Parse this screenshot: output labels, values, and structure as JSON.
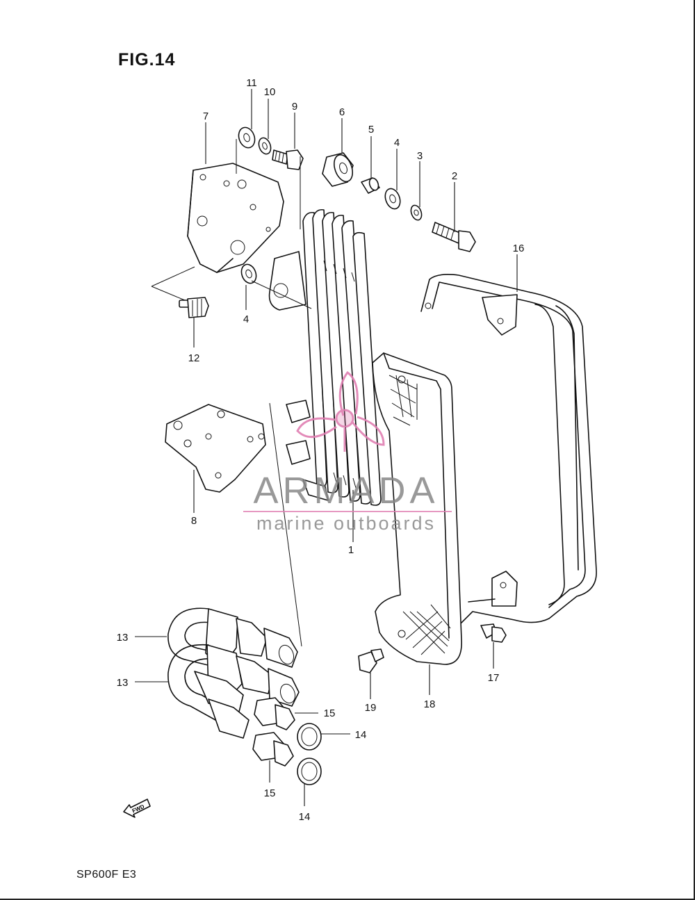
{
  "figure": {
    "title": "FIG.14",
    "model_code": "SP600F  E3"
  },
  "parts": [
    {
      "number": "1"
    },
    {
      "number": "2"
    },
    {
      "number": "3"
    },
    {
      "number": "4"
    },
    {
      "number": "4"
    },
    {
      "number": "5"
    },
    {
      "number": "6"
    },
    {
      "number": "7"
    },
    {
      "number": "8"
    },
    {
      "number": "9"
    },
    {
      "number": "10"
    },
    {
      "number": "11"
    },
    {
      "number": "12"
    },
    {
      "number": "13"
    },
    {
      "number": "13"
    },
    {
      "number": "14"
    },
    {
      "number": "14"
    },
    {
      "number": "15"
    },
    {
      "number": "15"
    },
    {
      "number": "16"
    },
    {
      "number": "17"
    },
    {
      "number": "18"
    },
    {
      "number": "19"
    }
  ],
  "direction_marker": {
    "label": "FWD"
  },
  "watermark": {
    "brand": "ARMADA",
    "tagline": "marine outboards",
    "logo_color": "#e07fb2",
    "text_color": "#888888"
  }
}
